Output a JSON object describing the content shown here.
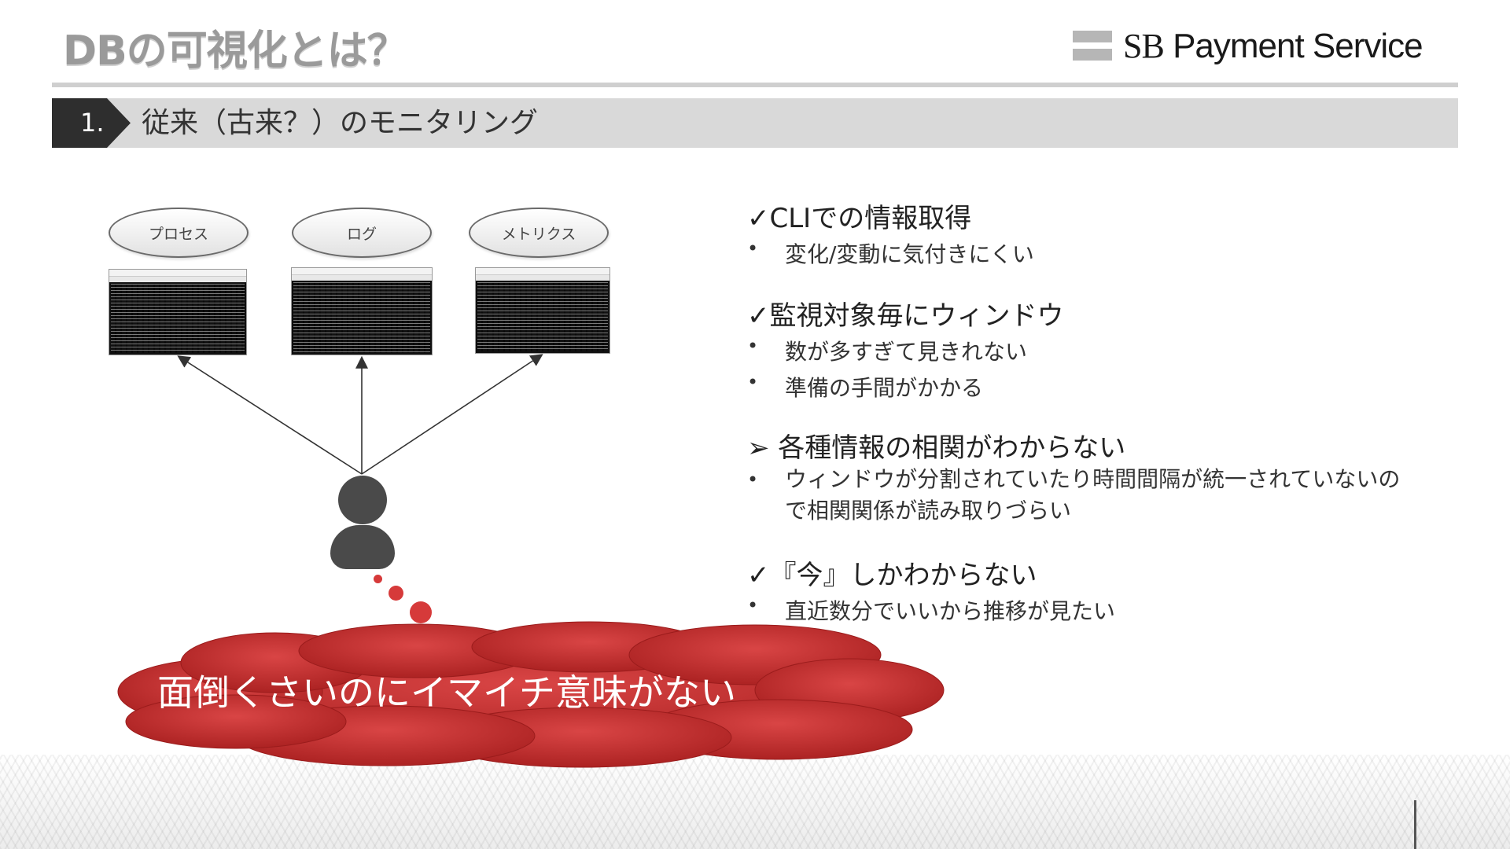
{
  "header": {
    "title": "DBの可視化とは？",
    "brand": {
      "prefix": "SB",
      "name": "Payment Service"
    }
  },
  "section": {
    "number": "1.",
    "label": "従来（古来？）のモニタリング"
  },
  "diagram": {
    "sources": [
      {
        "label": "プロセス"
      },
      {
        "label": "ログ"
      },
      {
        "label": "メトリクス"
      }
    ],
    "cloud_text": "面倒くさいのにイマイチ意味がない"
  },
  "bullets": [
    {
      "heading": "✓CLIでの情報取得",
      "items": [
        "変化/変動に気付きにくい"
      ]
    },
    {
      "heading": "✓監視対象毎にウィンドウ",
      "items": [
        "数が多すぎて見きれない",
        "準備の手間がかかる"
      ]
    },
    {
      "heading": "➢ 各種情報の相関がわからない",
      "items": [
        "ウィンドウが分割されていたり時間間隔が統一されていないので相関関係が読み取りづらい"
      ]
    },
    {
      "heading": "✓『今』しかわからない",
      "items": [
        "直近数分でいいから推移が見たい"
      ]
    }
  ],
  "colors": {
    "accent_red": "#d63a3a",
    "section_dark": "#2e2e2e",
    "section_bar": "#d9d9d9"
  }
}
